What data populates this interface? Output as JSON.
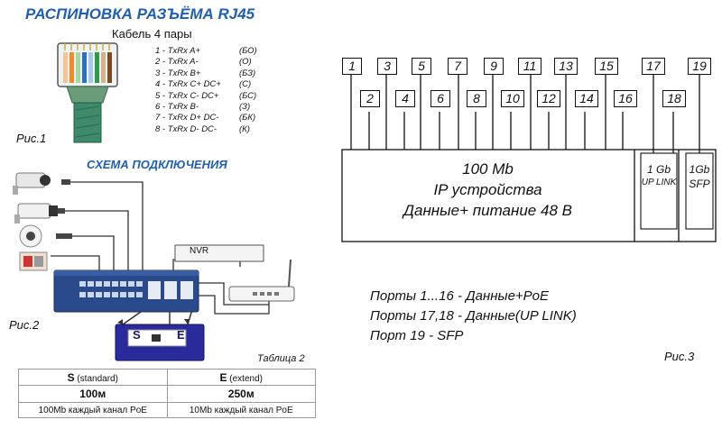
{
  "left": {
    "title": "РАСПИНОВКА РАЗЪЁМА RJ45",
    "cable_subtitle": "Кабель 4 пары",
    "fig1": "Рис.1",
    "pins": [
      {
        "label": "1 - TxRx A+",
        "code": "(БО)"
      },
      {
        "label": "2 - TxRx A-",
        "code": "(О)"
      },
      {
        "label": "3 - TxRx B+",
        "code": "(БЗ)"
      },
      {
        "label": "4 - TxRx C+  DC+",
        "code": "(С)"
      },
      {
        "label": "5 - TxRx C-  DC+",
        "code": "(БС)"
      },
      {
        "label": "6 - TxRx B-",
        "code": "(З)"
      },
      {
        "label": "7 - TxRx D+  DC-",
        "code": "(БК)"
      },
      {
        "label": "8 - TxRx D-  DC-",
        "code": "(К)"
      }
    ],
    "scheme_title": "СХЕМА ПОДКЛЮЧЕНИЯ",
    "nvr_label": "NVR",
    "fig2": "Рис.2",
    "se_letters": [
      "S",
      "E"
    ],
    "table_caption": "Таблица 2",
    "table": {
      "col1": {
        "head_bold": "S",
        "head_rest": " (standard)",
        "dist": "100м",
        "note": "100Mb каждый канал PoE"
      },
      "col2": {
        "head_bold": "E",
        "head_rest": " (extend)",
        "dist": "250м",
        "note": "10Mb  каждый канал PoE"
      }
    }
  },
  "right": {
    "ports_top": [
      "1",
      "3",
      "5",
      "7",
      "9",
      "11",
      "13",
      "15",
      "17",
      "19"
    ],
    "ports_bottom": [
      "2",
      "4",
      "6",
      "8",
      "10",
      "12",
      "14",
      "16",
      "18"
    ],
    "box_main": [
      "100 Mb",
      "IP устройства",
      "Данные+ питание 48 В"
    ],
    "box_uplink": [
      "1 Gb",
      "UP LINK"
    ],
    "box_sfp": [
      "1Gb",
      "SFP"
    ],
    "legend": [
      "Порты 1...16 - Данные+PoE",
      "Порты 17,18 - Данные(UP LINK)",
      "Порт 19 - SFP"
    ],
    "fig3": "Рис.3"
  }
}
